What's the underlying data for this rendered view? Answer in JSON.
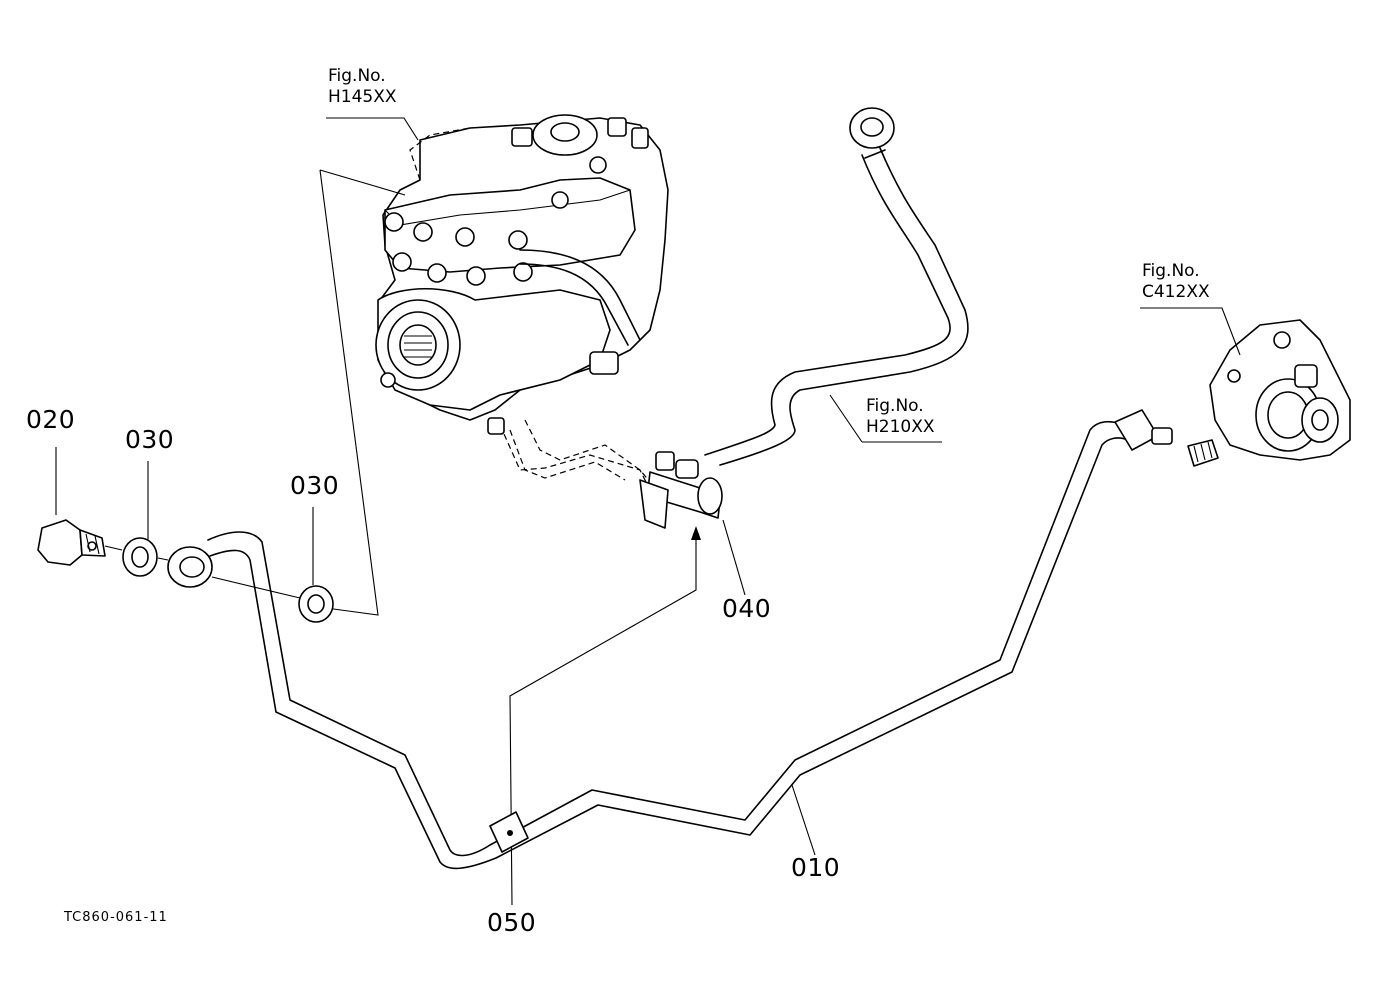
{
  "diagram": {
    "parts": {
      "p010": "010",
      "p020": "020",
      "p030a": "030",
      "p030b": "030",
      "p040": "040",
      "p050": "050"
    },
    "fig_refs": {
      "hydraulic_pump": {
        "label": "Fig.No.",
        "code": "H145XX"
      },
      "hose": {
        "label": "Fig.No.",
        "code": "H210XX"
      },
      "control_unit": {
        "label": "Fig.No.",
        "code": "C412XX"
      }
    },
    "drawing_code": "TC860-061-11"
  }
}
